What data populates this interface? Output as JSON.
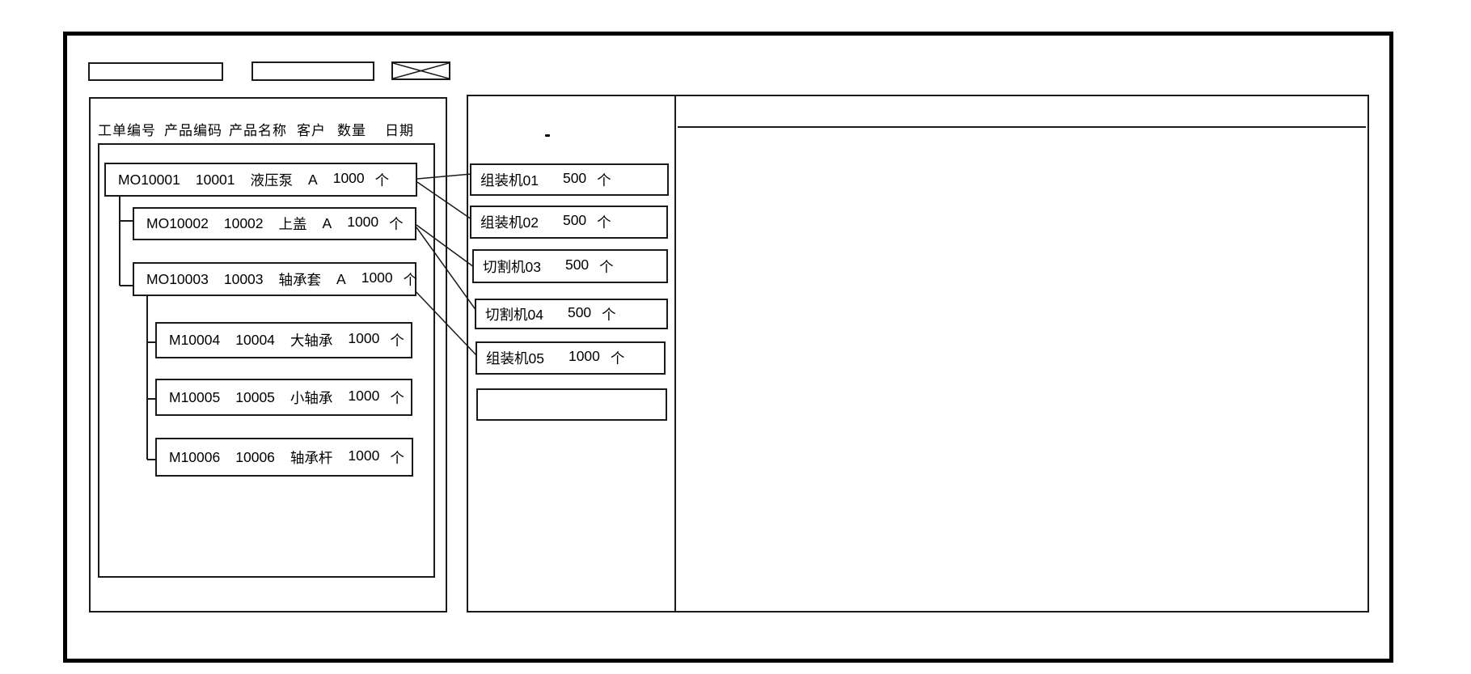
{
  "top_bar": {
    "input1_value": "",
    "input2_value": ""
  },
  "left_panel": {
    "columns": [
      "工单编号",
      "产品编码",
      "产品名称",
      "客户",
      "数量",
      "日期"
    ],
    "orders": [
      {
        "id": "MO10001",
        "code": "10001",
        "name": "液压泵",
        "customer": "A",
        "qty": "1000",
        "unit": "个",
        "level": 0
      },
      {
        "id": "MO10002",
        "code": "10002",
        "name": "上盖",
        "customer": "A",
        "qty": "1000",
        "unit": "个",
        "level": 1
      },
      {
        "id": "MO10003",
        "code": "10003",
        "name": "轴承套",
        "customer": "A",
        "qty": "1000",
        "unit": "个",
        "level": 1
      },
      {
        "id": "M10004",
        "code": "10004",
        "name": "大轴承",
        "qty": "1000",
        "unit": "个",
        "level": 2
      },
      {
        "id": "M10005",
        "code": "10005",
        "name": "小轴承",
        "qty": "1000",
        "unit": "个",
        "level": 2
      },
      {
        "id": "M10006",
        "code": "10006",
        "name": "轴承杆",
        "qty": "1000",
        "unit": "个",
        "level": 2
      }
    ]
  },
  "middle_panel": {
    "machines": [
      {
        "name": "组装机01",
        "qty": "500",
        "unit": "个"
      },
      {
        "name": "组装机02",
        "qty": "500",
        "unit": "个"
      },
      {
        "name": "切割机03",
        "qty": "500",
        "unit": "个"
      },
      {
        "name": "切割机04",
        "qty": "500",
        "unit": "个"
      },
      {
        "name": "组装机05",
        "qty": "1000",
        "unit": "个"
      },
      {
        "name": "",
        "qty": "",
        "unit": ""
      }
    ]
  },
  "connections": [
    {
      "from": "MO10001",
      "to": "组装机01"
    },
    {
      "from": "MO10001",
      "to": "组装机02"
    },
    {
      "from": "MO10002",
      "to": "切割机03"
    },
    {
      "from": "MO10002",
      "to": "切割机04"
    },
    {
      "from": "MO10003",
      "to": "组装机05"
    }
  ],
  "right_panel": {
    "content": ""
  }
}
